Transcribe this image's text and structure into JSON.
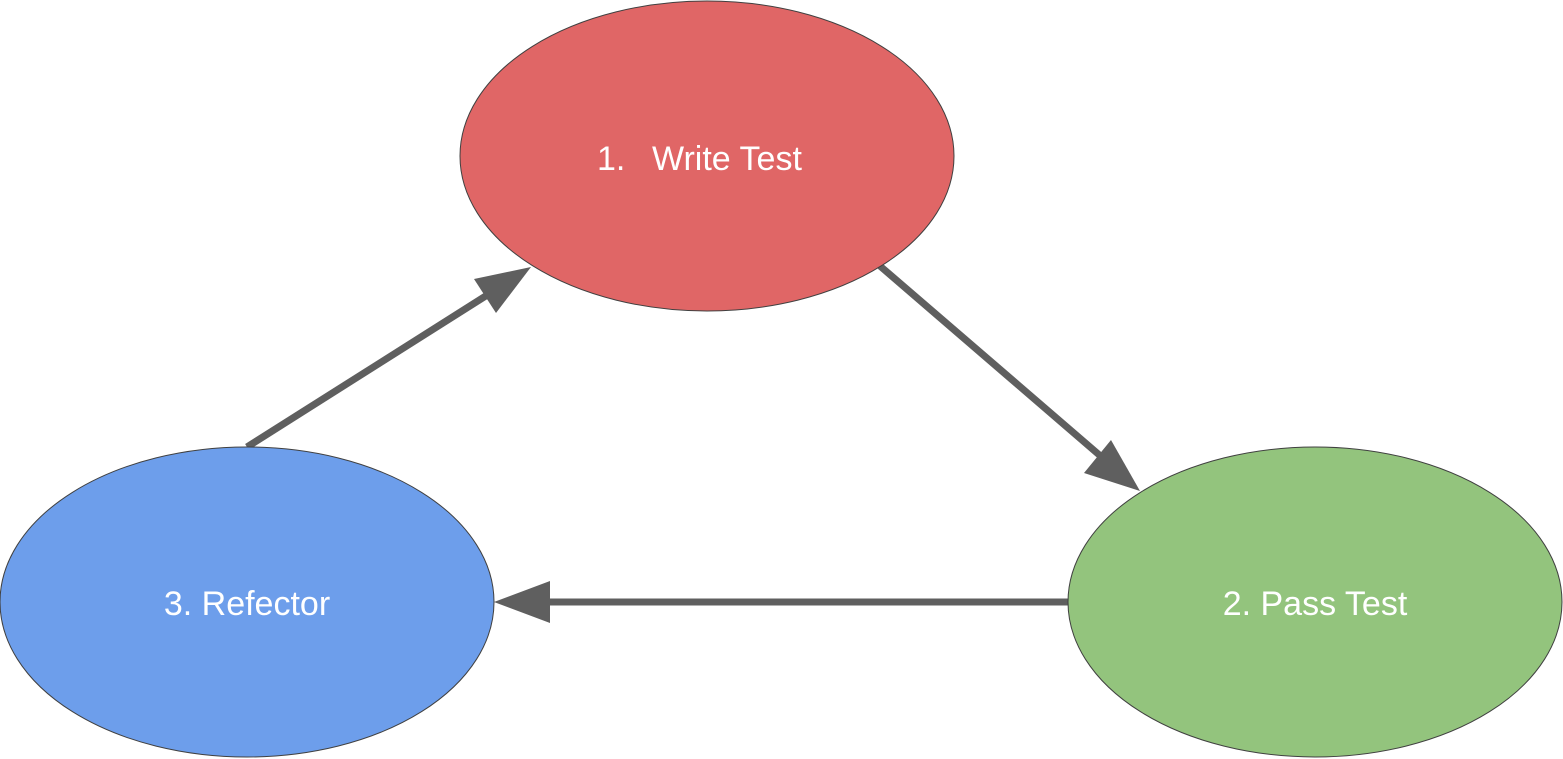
{
  "nodes": [
    {
      "id": "write-test",
      "label_number": "1.",
      "label_text": "Write Test",
      "color": "#e06666"
    },
    {
      "id": "pass-test",
      "label": "2. Pass Test",
      "color": "#93c47d"
    },
    {
      "id": "refactor",
      "label": "3. Refector",
      "color": "#6d9eeb"
    }
  ],
  "edges": [
    {
      "from": "write-test",
      "to": "pass-test"
    },
    {
      "from": "pass-test",
      "to": "refactor"
    },
    {
      "from": "refactor",
      "to": "write-test"
    }
  ],
  "colors": {
    "edge": "#5f5f5f",
    "label": "#ffffff",
    "node_outline": "#404040"
  }
}
